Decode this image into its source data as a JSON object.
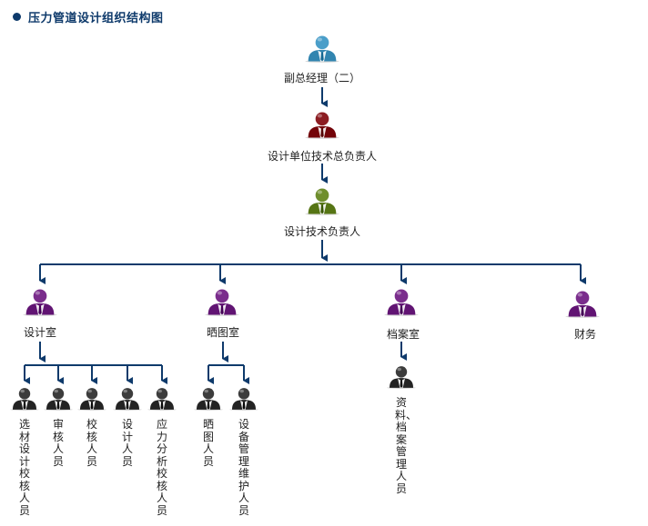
{
  "title": "压力管道设计组织结构图",
  "colors": {
    "line": "#0e3a6b",
    "blue": "#4a9ec9",
    "red": "#8c1d22",
    "green": "#6f8e2d",
    "purple": "#7a2d8c",
    "dark": "#3c3c3c"
  },
  "nodes": {
    "deputy_manager": "副总经理（二）",
    "unit_chief": "设计单位技术总负责人",
    "tech_chief": "设计技术负责人",
    "design_office": "设计室",
    "print_room": "晒图室",
    "archive_room": "档案室",
    "finance": "财务",
    "material_checker": "选材设计校核人员",
    "reviewer": "审核人员",
    "proofreader": "校核人员",
    "designer": "设计人员",
    "stress_checker": "应力分析校核人员",
    "print_staff": "晒图人员",
    "equipment_staff": "设备管理维护人员",
    "archive_staff": "资料、档案管理人员"
  }
}
